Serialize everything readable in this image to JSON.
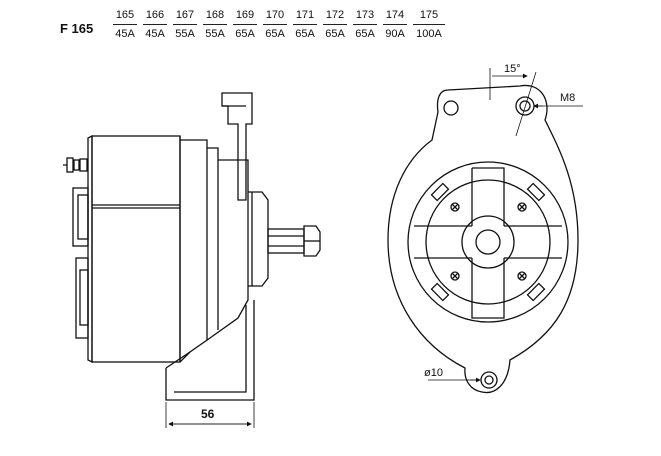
{
  "model": {
    "code": "F 165"
  },
  "variants": [
    {
      "number": "165",
      "amperage": "45A"
    },
    {
      "number": "166",
      "amperage": "45A"
    },
    {
      "number": "167",
      "amperage": "55A"
    },
    {
      "number": "168",
      "amperage": "55A"
    },
    {
      "number": "169",
      "amperage": "65A"
    },
    {
      "number": "170",
      "amperage": "65A"
    },
    {
      "number": "171",
      "amperage": "65A"
    },
    {
      "number": "172",
      "amperage": "65A"
    },
    {
      "number": "173",
      "amperage": "65A"
    },
    {
      "number": "174",
      "amperage": "90A"
    },
    {
      "number": "175",
      "amperage": "100A"
    }
  ],
  "side_view": {
    "width_dimension": "56"
  },
  "front_view": {
    "angle_label": "15°",
    "thread_label": "M8",
    "hole_label": "ø10"
  }
}
